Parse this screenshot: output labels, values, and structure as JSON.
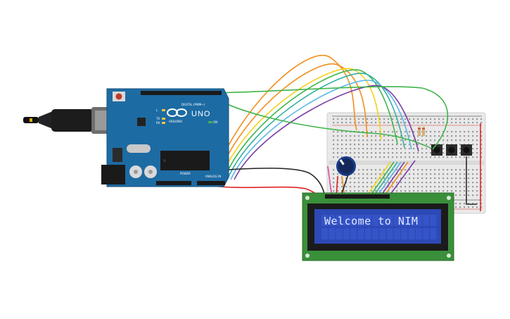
{
  "lcd": {
    "line1": "Welcome to NIM",
    "line2": ""
  },
  "arduino": {
    "brand": "ARDUINO",
    "model": "UNO",
    "digital_header": "DIGITAL (PWM~)",
    "power_label": "POWER",
    "analog_label": "ANALOG IN",
    "tx": "TX",
    "rx": "RX",
    "on": "ON",
    "l": "L"
  },
  "colors": {
    "board": "#1d6ba3",
    "breadboard": "#ececec",
    "lcd_pcb": "#3a8f3a",
    "lcd_screen": "#2d49b5",
    "wire_orange": "#f0901e",
    "wire_yellow": "#f3d21c",
    "wire_green": "#3fb549",
    "wire_teal": "#33b0a0",
    "wire_blue": "#58b7e6",
    "wire_purple": "#7b3fa6",
    "wire_black": "#222222",
    "wire_red": "#e02424",
    "wire_pink": "#e2489d"
  }
}
